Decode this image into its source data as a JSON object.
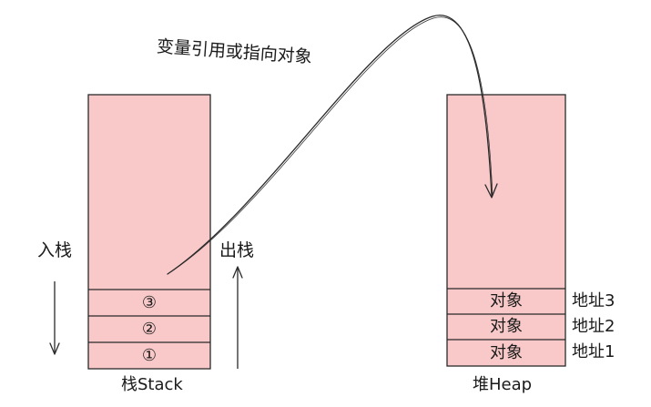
{
  "colors": {
    "box_fill": "#f9c9c9",
    "stroke": "#2a2a2a"
  },
  "arrow_label": "变量引用或指向对象",
  "stack": {
    "push_label": "入栈",
    "pop_label": "出栈",
    "caption": "栈Stack",
    "slots": [
      "③",
      "②",
      "①"
    ]
  },
  "heap": {
    "caption": "堆Heap",
    "slots": [
      "对象",
      "对象",
      "对象"
    ],
    "addresses": [
      "地址3",
      "地址2",
      "地址1"
    ]
  }
}
